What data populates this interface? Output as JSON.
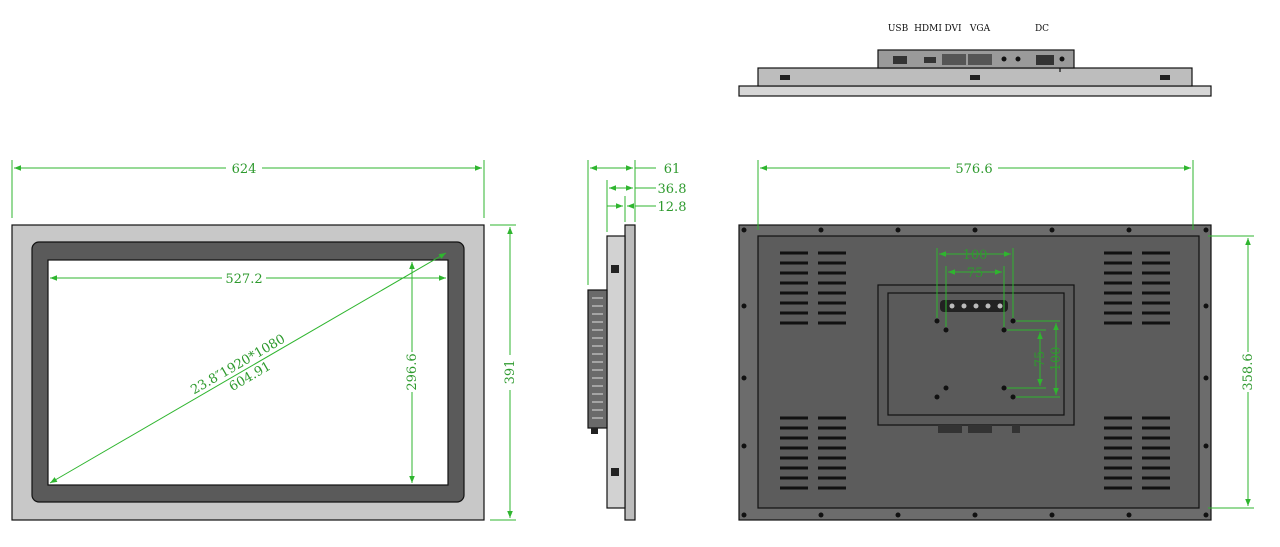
{
  "port_labels": {
    "usb": "USB",
    "hdmi": "HDMI",
    "dvi": "DVI",
    "vga": "VGA",
    "dc": "DC"
  },
  "front_view": {
    "overall_width": "624",
    "overall_height": "391",
    "active_width": "527.2",
    "active_height": "296.6",
    "diagonal_spec": "23.8″1920*1080",
    "diagonal_length": "604.91"
  },
  "side_view": {
    "total_depth": "61",
    "body_depth": "36.8",
    "front_depth": "12.8"
  },
  "rear_view": {
    "cutout_width": "576.6",
    "cutout_height": "358.6",
    "vesa_outer_h": "100",
    "vesa_inner_h": "75",
    "vesa_inner_v": "75",
    "vesa_outer_v": "100"
  }
}
